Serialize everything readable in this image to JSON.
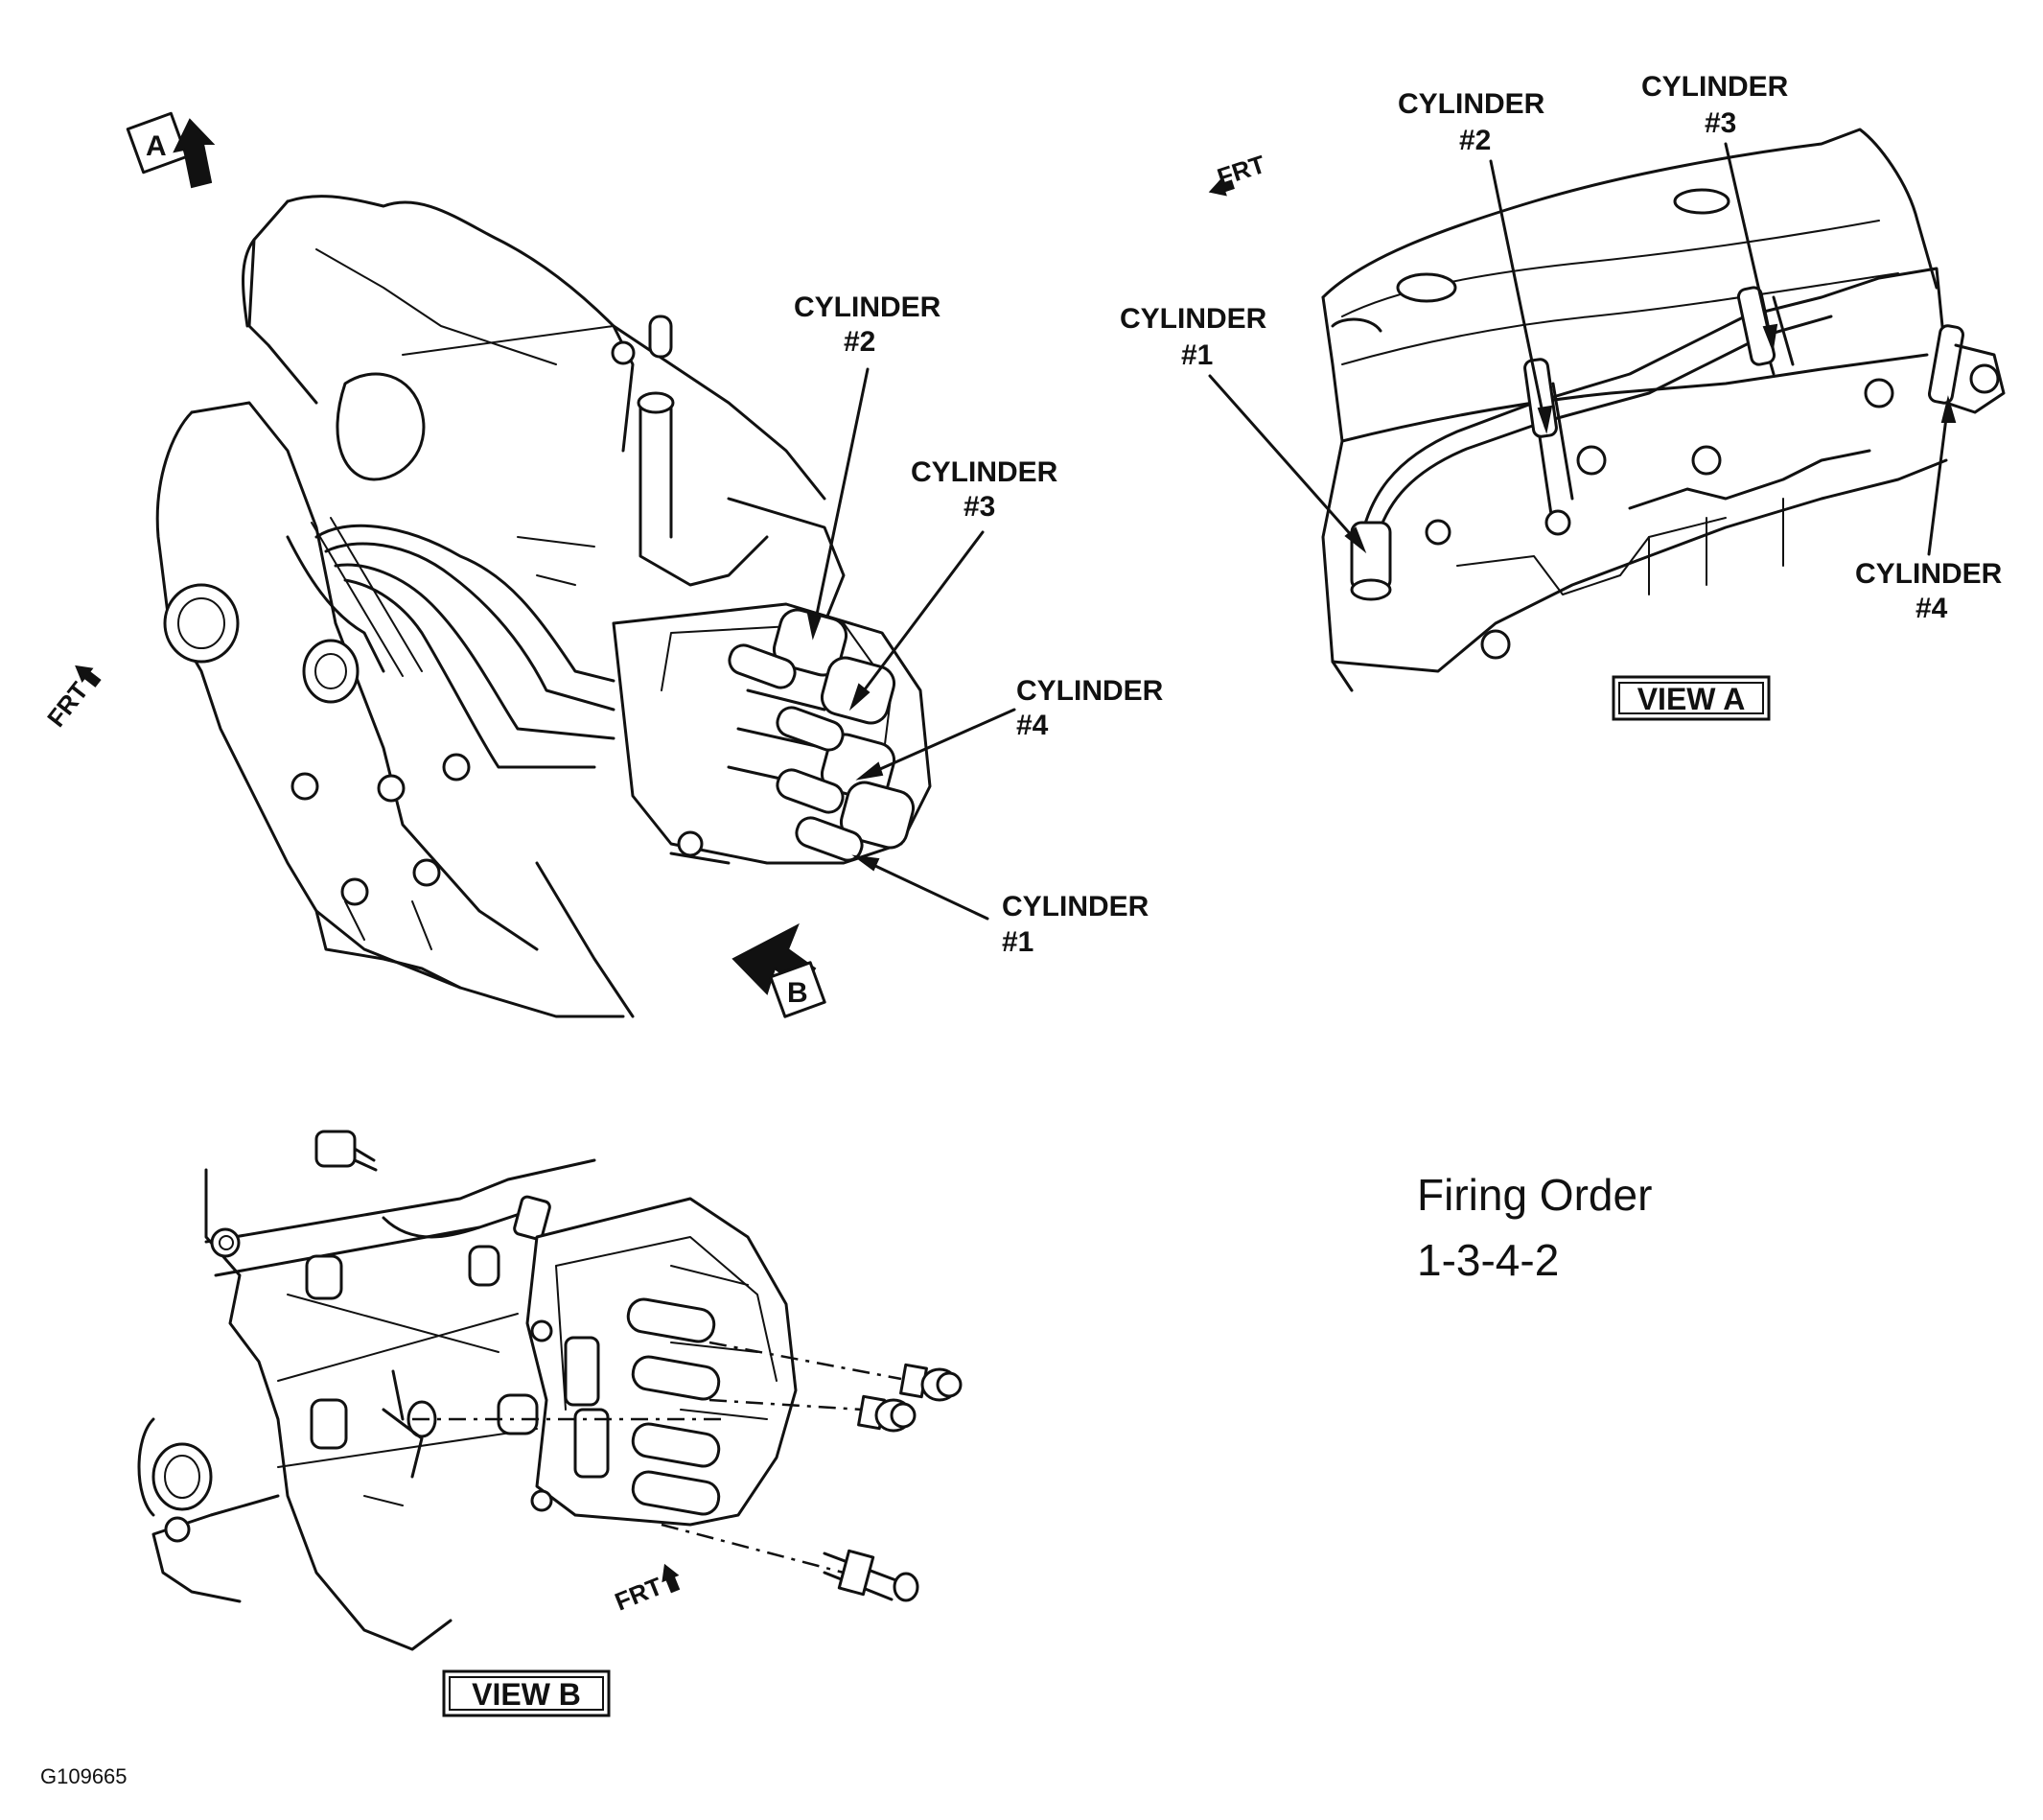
{
  "main_view": {
    "arrow_a": "A",
    "arrow_b": "B",
    "frt": "FRT",
    "labels": [
      {
        "id": "cyl2",
        "line1": "CYLINDER",
        "line2": "#2"
      },
      {
        "id": "cyl3",
        "line1": "CYLINDER",
        "line2": "#3"
      },
      {
        "id": "cyl4",
        "line1": "CYLINDER",
        "line2": "#4"
      },
      {
        "id": "cyl1",
        "line1": "CYLINDER",
        "line2": "#1"
      }
    ]
  },
  "view_a": {
    "title": "VIEW A",
    "frt": "FRT",
    "labels": [
      {
        "id": "cyl2",
        "line1": "CYLINDER",
        "line2": "#2"
      },
      {
        "id": "cyl3",
        "line1": "CYLINDER",
        "line2": "#3"
      },
      {
        "id": "cyl1",
        "line1": "CYLINDER",
        "line2": "#1"
      },
      {
        "id": "cyl4",
        "line1": "CYLINDER",
        "line2": "#4"
      }
    ]
  },
  "view_b": {
    "title": "VIEW B",
    "frt": "FRT"
  },
  "firing_order": {
    "title": "Firing Order",
    "sequence": "1-3-4-2"
  },
  "figure_id": "G109665"
}
